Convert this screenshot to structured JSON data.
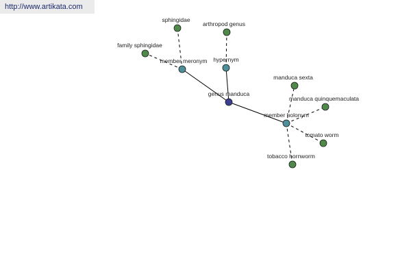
{
  "site": {
    "url_label": "http://www.artikata.com"
  },
  "colors": {
    "center": "#3b3f8f",
    "relation": "#4f8f9a",
    "leaf": "#4f8a4a",
    "edge": "#000000"
  },
  "graph": {
    "nodes": [
      {
        "id": "genus-manduca",
        "label": "genus manduca",
        "kind": "center"
      },
      {
        "id": "member-meronym",
        "label": "member meronym",
        "kind": "relation"
      },
      {
        "id": "hypernym",
        "label": "hypernym",
        "kind": "relation"
      },
      {
        "id": "member-holonym",
        "label": "member holonym",
        "kind": "relation"
      },
      {
        "id": "sphingidae",
        "label": "sphingidae",
        "kind": "leaf"
      },
      {
        "id": "family-sphingidae",
        "label": "family sphingidae",
        "kind": "leaf"
      },
      {
        "id": "arthropod-genus",
        "label": "arthropod genus",
        "kind": "leaf"
      },
      {
        "id": "manduca-sexta",
        "label": "manduca sexta",
        "kind": "leaf"
      },
      {
        "id": "manduca-quinquemaculata",
        "label": "manduca quinquemaculata",
        "kind": "leaf"
      },
      {
        "id": "tomato-worm",
        "label": "tomato worm",
        "kind": "leaf"
      },
      {
        "id": "tobacco-hornworm",
        "label": "tobacco hornworm",
        "kind": "leaf"
      }
    ],
    "edges": [
      {
        "from": "genus-manduca",
        "to": "member-meronym",
        "style": "solid"
      },
      {
        "from": "genus-manduca",
        "to": "hypernym",
        "style": "solid"
      },
      {
        "from": "genus-manduca",
        "to": "member-holonym",
        "style": "solid"
      },
      {
        "from": "member-meronym",
        "to": "sphingidae",
        "style": "dashed"
      },
      {
        "from": "member-meronym",
        "to": "family-sphingidae",
        "style": "dashed"
      },
      {
        "from": "hypernym",
        "to": "arthropod-genus",
        "style": "dashed"
      },
      {
        "from": "member-holonym",
        "to": "manduca-sexta",
        "style": "dashed"
      },
      {
        "from": "member-holonym",
        "to": "manduca-quinquemaculata",
        "style": "dashed"
      },
      {
        "from": "member-holonym",
        "to": "tomato-worm",
        "style": "dashed"
      },
      {
        "from": "member-holonym",
        "to": "tobacco-hornworm",
        "style": "dashed"
      }
    ]
  }
}
